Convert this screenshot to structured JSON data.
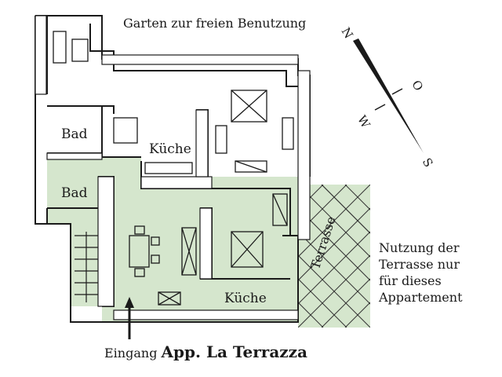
{
  "garden_label": "Garten zur freien Benutzung",
  "rooms": {
    "bath_upper": "Bad",
    "bath_lower": "Bad",
    "kitchen_upper": "Küche",
    "kitchen_lower": "Küche",
    "terrace": "Terrasse"
  },
  "terrace_note_lines": [
    "Nutzung der",
    "Terrasse nur",
    "für dieses",
    "Appartement"
  ],
  "entrance": {
    "prefix": "Eingang",
    "apartment": "App. La Terrazza"
  },
  "compass": {
    "north": "N",
    "east": "O",
    "south": "S",
    "west": "W"
  },
  "colors": {
    "apartment_fill": "#d5e6cd",
    "terrace_fill": "#d5e6cd",
    "wall": "#1a1a1a",
    "background": "#ffffff"
  }
}
